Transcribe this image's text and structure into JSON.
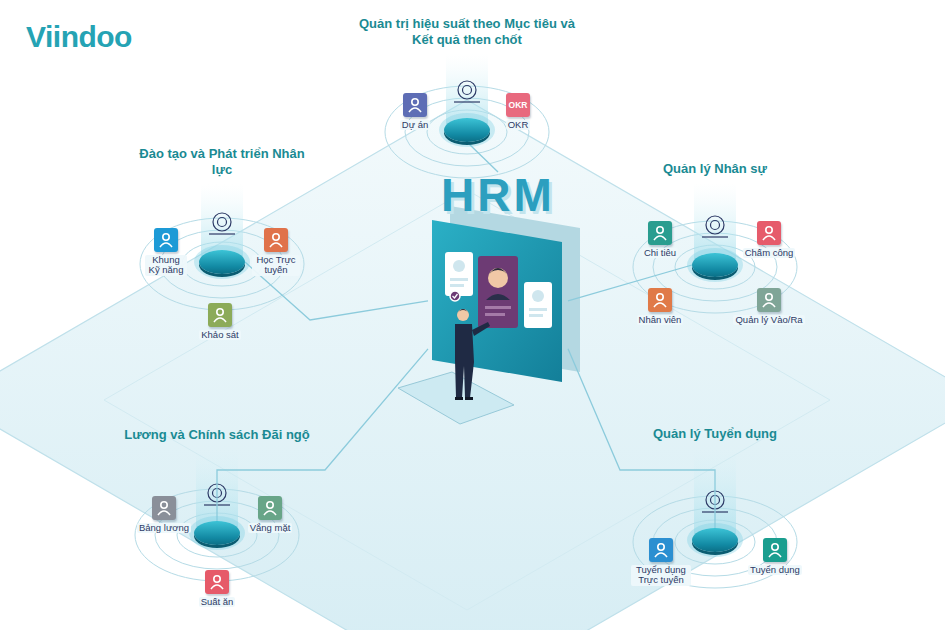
{
  "diagram": {
    "nodes": [
      {
        "text": [
          "Quản trị hiệu suất theo Mục tiêu và Kết quả then chốt"
        ]
      },
      {
        "text": [
          "Dự án"
        ]
      },
      {
        "text": [
          "OKR",
          "OKR"
        ]
      },
      {
        "text": [
          "Đào tạo và Phát triển Nhân lực"
        ]
      },
      {
        "text": [
          "Khung Kỹ năng"
        ]
      },
      {
        "text": [
          "Học Trực tuyến"
        ]
      },
      {
        "text": [
          "Khảo sát"
        ]
      },
      {
        "text": [
          "Quản lý Nhân sự"
        ]
      },
      {
        "text": [
          "Chi tiêu"
        ]
      },
      {
        "text": [
          "Chấm công"
        ]
      },
      {
        "text": [
          "Nhân viên"
        ]
      },
      {
        "text": [
          "Quản lý Vào/Ra"
        ]
      },
      {
        "text": [
          "HRM"
        ]
      },
      {
        "text": [
          "Lương và Chính sách Đãi ngộ"
        ]
      },
      {
        "text": [
          "Bảng lương"
        ]
      },
      {
        "text": [
          "Vắng mặt"
        ]
      },
      {
        "text": [
          "Suất ăn"
        ]
      },
      {
        "text": [
          "Quản lý Tuyển dụng"
        ]
      },
      {
        "text": [
          "Tuyển dụng Trực tuyến"
        ]
      },
      {
        "text": [
          "Tuyển dụng"
        ]
      }
    ],
    "edges": [
      {
        "from": 12,
        "to": 0,
        "arrow": "none"
      },
      {
        "from": 12,
        "to": 3,
        "arrow": "none"
      },
      {
        "from": 12,
        "to": 7,
        "arrow": "none"
      },
      {
        "from": 12,
        "to": 13,
        "arrow": "none"
      },
      {
        "from": 12,
        "to": 17,
        "arrow": "none"
      }
    ],
    "labels": [
      "Viindoo"
    ]
  }
}
